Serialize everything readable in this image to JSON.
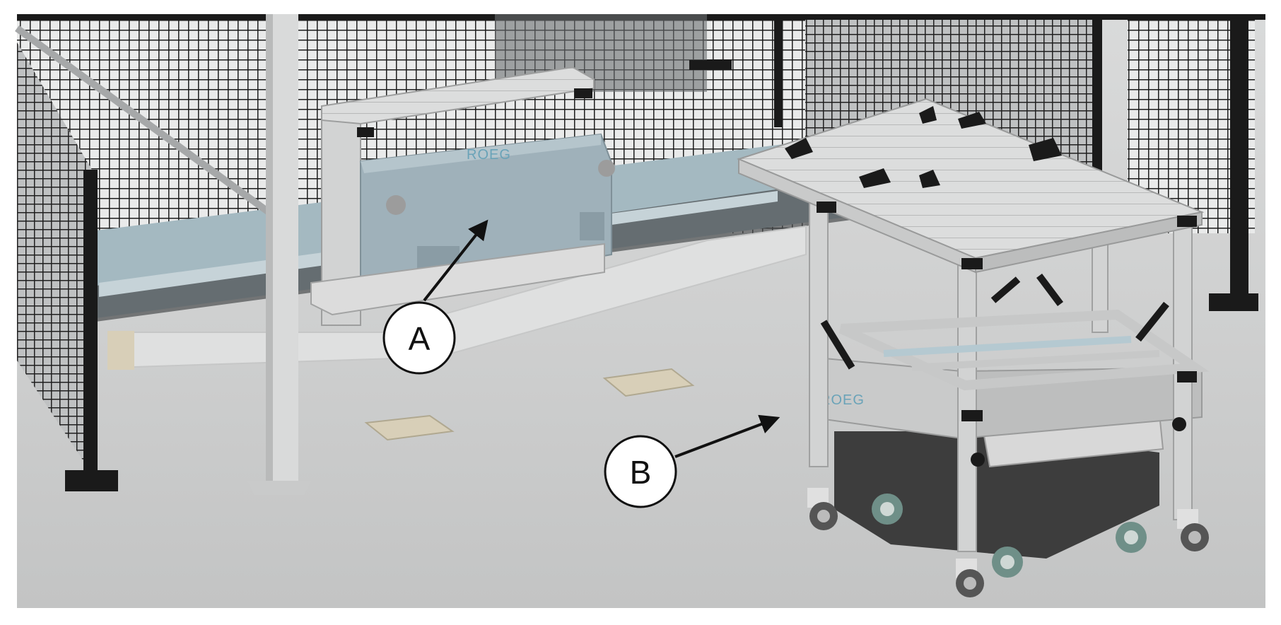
{
  "callouts": [
    {
      "letter": "A"
    },
    {
      "letter": "B"
    }
  ],
  "logo_text": "ROEG",
  "colors": {
    "floor": "#d3d4d4",
    "fence": "#1a1a1a",
    "aluminium": "#d5d6d6",
    "fixture_body": "#9fb1ba",
    "agv_body": "#3d3d3d",
    "logo": "#6aa3b8"
  }
}
